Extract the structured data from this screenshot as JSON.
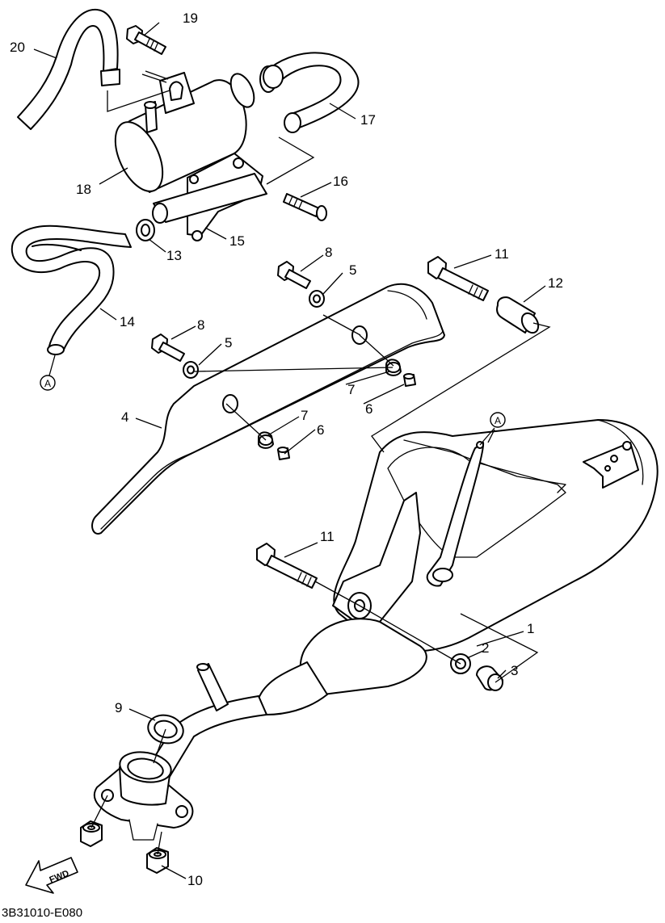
{
  "diagram": {
    "drawing_code": "3B31010-E080",
    "direction_marker": "FWD",
    "connector_marker": "A",
    "part_numbers": {
      "p1": "1",
      "p2": "2",
      "p3": "3",
      "p4": "4",
      "p5a": "5",
      "p5b": "5",
      "p6a": "6",
      "p6b": "6",
      "p7a": "7",
      "p7b": "7",
      "p8a": "8",
      "p8b": "8",
      "p9": "9",
      "p10": "10",
      "p11a": "11",
      "p11b": "11",
      "p12": "12",
      "p13": "13",
      "p14": "14",
      "p15": "15",
      "p16": "16",
      "p17": "17",
      "p18": "18",
      "p19": "19",
      "p20": "20"
    }
  },
  "colors": {
    "line": "#000000",
    "background": "#ffffff"
  }
}
